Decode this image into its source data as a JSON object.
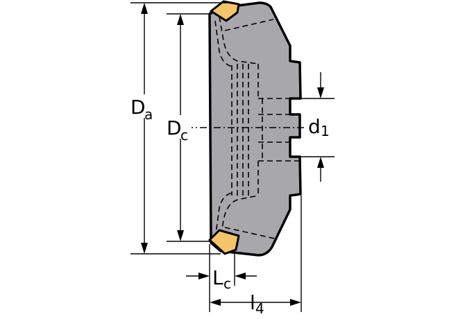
{
  "labels": {
    "Da": {
      "main": "D",
      "sub": "a"
    },
    "Dc": {
      "main": "D",
      "sub": "c"
    },
    "d1": {
      "main": "d",
      "sub": "1"
    },
    "Lc": {
      "main": "L",
      "sub": "c"
    },
    "l4": {
      "main": "l",
      "sub": "4"
    }
  },
  "colors": {
    "body": "#a8a8ac",
    "insert": "#f4c46a",
    "line": "#000000",
    "background": "#ffffff"
  }
}
